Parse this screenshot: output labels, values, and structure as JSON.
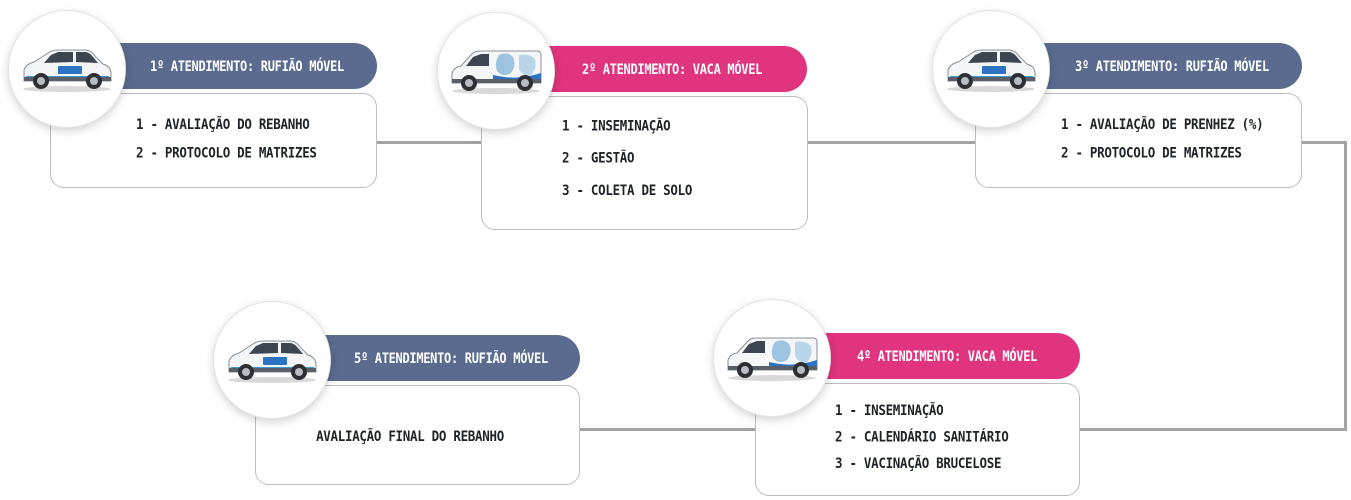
{
  "colors": {
    "rufiao": "#5a6b8f",
    "vaca": "#e0347e",
    "connector": "#a3a3a3",
    "box_border": "#bdbdbd",
    "text": "#1f2327"
  },
  "steps": [
    {
      "title": "1º ATENDIMENTO: RUFIÃO MÓVEL",
      "type": "rufiao",
      "vehicle": "hatchback-car-icon",
      "items": [
        "1 - AVALIAÇÃO DO REBANHO",
        "2 - PROTOCOLO DE MATRIZES"
      ]
    },
    {
      "title": "2º ATENDIMENTO: VACA MÓVEL",
      "type": "vaca",
      "vehicle": "delivery-van-icon",
      "items": [
        "1 - INSEMINAÇÃO",
        "2 - GESTÃO",
        "3 - COLETA DE SOLO"
      ]
    },
    {
      "title": "3º ATENDIMENTO: RUFIÃO MÓVEL",
      "type": "rufiao",
      "vehicle": "hatchback-car-icon",
      "items": [
        "1 - AVALIAÇÃO DE PRENHEZ (%)",
        "2 - PROTOCOLO DE MATRIZES"
      ]
    },
    {
      "title": "4º ATENDIMENTO: VACA MÓVEL",
      "type": "vaca",
      "vehicle": "delivery-van-icon",
      "items": [
        "1 - INSEMINAÇÃO",
        "2 - CALENDÁRIO SANITÁRIO",
        "3 - VACINAÇÃO BRUCELOSE"
      ]
    },
    {
      "title": "5º ATENDIMENTO: RUFIÃO MÓVEL",
      "type": "rufiao",
      "vehicle": "hatchback-car-icon",
      "items": [
        "AVALIAÇÃO FINAL DO REBANHO"
      ]
    }
  ]
}
